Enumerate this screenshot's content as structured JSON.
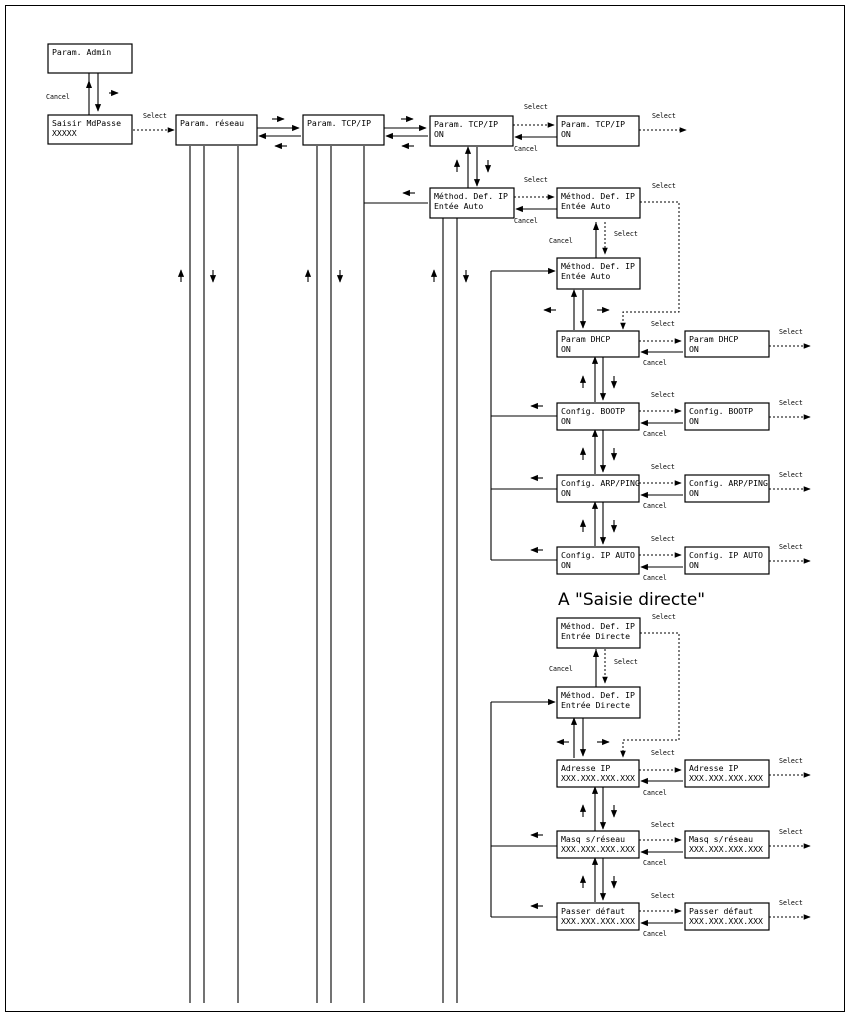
{
  "labels": {
    "select": "Select",
    "cancel": "Cancel"
  },
  "section_title": "A \"Saisie directe\"",
  "boxes": {
    "param_admin": [
      "Param. Admin",
      ""
    ],
    "saisir_mdpasse": [
      "Saisir MdPasse",
      "XXXXX"
    ],
    "param_reseau": [
      "Param. réseau",
      ""
    ],
    "param_tcpip": [
      "Param. TCP/IP",
      ""
    ],
    "param_tcpip_on": [
      "Param. TCP/IP",
      "ON"
    ],
    "param_tcpip_on2": [
      "Param. TCP/IP",
      "ON"
    ],
    "methode_auto": [
      "Méthod. Def. IP",
      "Entée Auto"
    ],
    "methode_auto2": [
      "Méthod. Def. IP",
      "Entée Auto"
    ],
    "methode_auto3": [
      "Méthod. Def. IP",
      "Entée Auto"
    ],
    "param_dhcp": [
      "Param DHCP",
      "ON"
    ],
    "param_dhcp2": [
      "Param DHCP",
      "ON"
    ],
    "config_bootp": [
      "Config. BOOTP",
      "ON"
    ],
    "config_bootp2": [
      "Config. BOOTP",
      "ON"
    ],
    "config_arp": [
      "Config. ARP/PING",
      "ON"
    ],
    "config_arp2": [
      "Config. ARP/PING",
      "ON"
    ],
    "config_ipauto": [
      "Config. IP AUTO",
      "ON"
    ],
    "config_ipauto2": [
      "Config. IP AUTO",
      "ON"
    ],
    "methode_directe": [
      "Méthod. Def. IP",
      "Entrée Directe"
    ],
    "methode_directe2": [
      "Méthod. Def. IP",
      "Entrée Directe"
    ],
    "adresse_ip": [
      "Adresse IP",
      "XXX.XXX.XXX.XXX"
    ],
    "adresse_ip2": [
      "Adresse IP",
      "XXX.XXX.XXX.XXX"
    ],
    "masq": [
      "Masq s/réseau",
      "XXX.XXX.XXX.XXX"
    ],
    "masq2": [
      "Masq s/réseau",
      "XXX.XXX.XXX.XXX"
    ],
    "passer": [
      "Passer défaut",
      "XXX.XXX.XXX.XXX"
    ],
    "passer2": [
      "Passer défaut",
      "XXX.XXX.XXX.XXX"
    ]
  }
}
